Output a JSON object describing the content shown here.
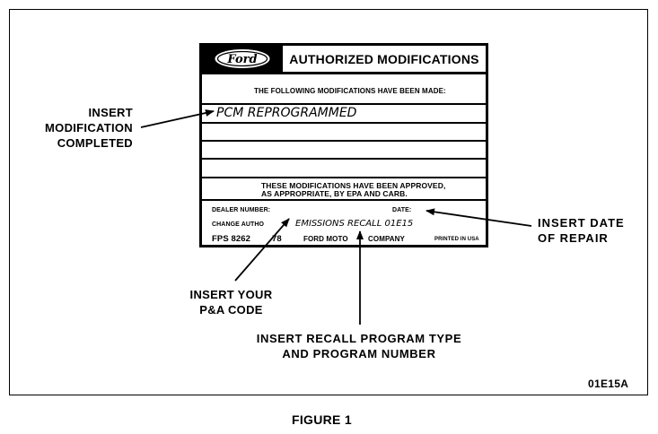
{
  "card": {
    "logo_text": "Ford",
    "title": "AUTHORIZED MODIFICATIONS",
    "following_text": "THE FOLLOWING MODIFICATIONS HAVE BEEN MADE:",
    "modification_entry": "PCM REPROGRAMMED",
    "approved_line1": "THESE MODIFICATIONS HAVE BEEN APPROVED,",
    "approved_line2": "AS APPROPRIATE, BY EPA AND CARB.",
    "dealer_number_label": "DEALER NUMBER:",
    "date_label": "DATE:",
    "change_auth_label": "CHANGE AUTHO",
    "recall_entry": "EMISSIONS RECALL 01E15",
    "form_number": "FPS 8262",
    "form_number_tail": "78",
    "company": "FORD MOTO",
    "company_tail": "COMPANY",
    "printed": "PRINTED IN USA"
  },
  "callouts": {
    "modification": [
      "INSERT",
      "MODIFICATION",
      "COMPLETED"
    ],
    "date": [
      "INSERT DATE",
      "OF REPAIR"
    ],
    "pa_code": [
      "INSERT YOUR",
      "P&A CODE"
    ],
    "recall": [
      "INSERT RECALL PROGRAM TYPE",
      "AND PROGRAM NUMBER"
    ]
  },
  "figure_code": "01E15A",
  "caption": "FIGURE 1"
}
